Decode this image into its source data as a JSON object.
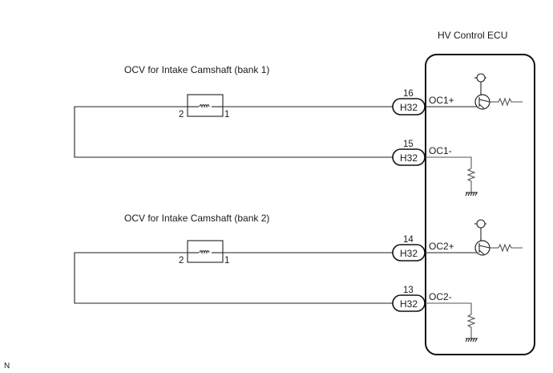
{
  "diagram": {
    "ecu": {
      "title": "HV Control ECU"
    },
    "circuits": [
      {
        "label": "OCV for Intake Camshaft (bank 1)",
        "coil_pin_left": "2",
        "coil_pin_right": "1",
        "pins": [
          {
            "pin_number": "16",
            "connector": "H32",
            "signal": "OC1+",
            "internal": "transistor-driver"
          },
          {
            "pin_number": "15",
            "connector": "H32",
            "signal": "OC1-",
            "internal": "resistor-to-ground"
          }
        ]
      },
      {
        "label": "OCV for Intake Camshaft (bank 2)",
        "coil_pin_left": "2",
        "coil_pin_right": "1",
        "pins": [
          {
            "pin_number": "14",
            "connector": "H32",
            "signal": "OC2+",
            "internal": "transistor-driver"
          },
          {
            "pin_number": "13",
            "connector": "H32",
            "signal": "OC2-",
            "internal": "resistor-to-ground"
          }
        ]
      }
    ],
    "corner_mark": "N"
  }
}
